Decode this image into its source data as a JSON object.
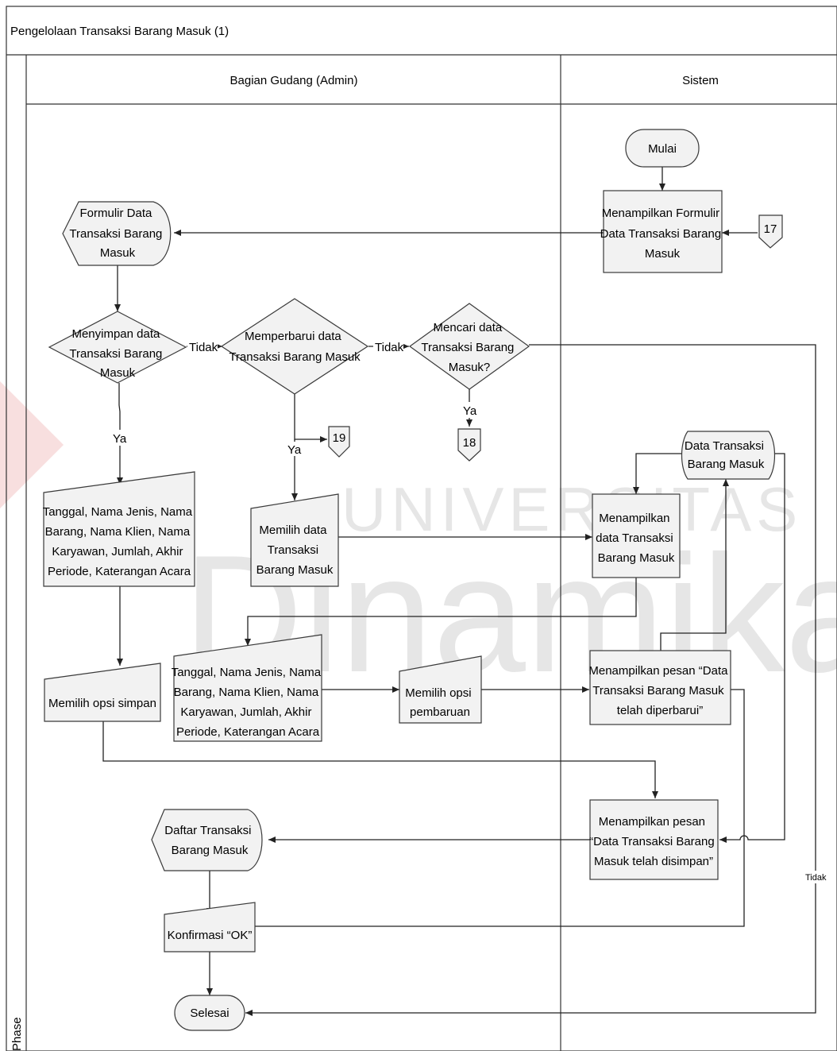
{
  "title": "Pengelolaan Transaksi Barang Masuk (1)",
  "lanes": {
    "left": "Bagian Gudang (Admin)",
    "right": "Sistem"
  },
  "phase_label": "Phase",
  "watermark": {
    "top": "UNIVERSITAS",
    "main": "Dinamika"
  },
  "nodes": {
    "mulai": "Mulai",
    "tampil_form": [
      "Menampilkan Formulir",
      "Data Transaksi Barang",
      "Masuk"
    ],
    "form_doc": [
      "Formulir Data",
      "Transaksi Barang",
      "Masuk"
    ],
    "dec_simpan": [
      "Menyimpan data",
      "Transaksi Barang",
      "Masuk"
    ],
    "dec_perbarui": [
      "Memperbarui data",
      "Transaksi Barang Masuk"
    ],
    "dec_cari": [
      "Mencari data",
      "Transaksi Barang",
      "Masuk?"
    ],
    "conn_17": "17",
    "conn_18": "18",
    "conn_19": "19",
    "input_simpan": [
      "Tanggal, Nama Jenis, Nama",
      "Barang, Nama Klien, Nama",
      "Karyawan, Jumlah, Akhir",
      "Periode, Katerangan Acara"
    ],
    "pilih_data": [
      "Memilih data",
      "Transaksi",
      "Barang Masuk"
    ],
    "data_store": [
      "Data Transaksi",
      "Barang Masuk"
    ],
    "tampil_data": [
      "Menampilkan",
      "data Transaksi",
      "Barang Masuk"
    ],
    "input_update": [
      "Tanggal, Nama Jenis, Nama",
      "Barang, Nama Klien, Nama",
      "Karyawan, Jumlah, Akhir",
      "Periode, Katerangan Acara"
    ],
    "opsi_pembaruan": [
      "Memilih opsi",
      "pembaruan"
    ],
    "pesan_diperbarui": [
      "Menampilkan pesan “Data",
      "Transaksi Barang Masuk",
      "telah diperbarui”"
    ],
    "opsi_simpan": "Memilih opsi simpan",
    "pesan_disimpan": [
      "Menampilkan pesan",
      "“Data Transaksi Barang",
      "Masuk telah disimpan”"
    ],
    "daftar": [
      "Daftar Transaksi",
      "Barang Masuk"
    ],
    "konfirmasi": "Konfirmasi “OK”",
    "selesai": "Selesai"
  },
  "edge_labels": {
    "tidak": "Tidak",
    "ya": "Ya"
  }
}
